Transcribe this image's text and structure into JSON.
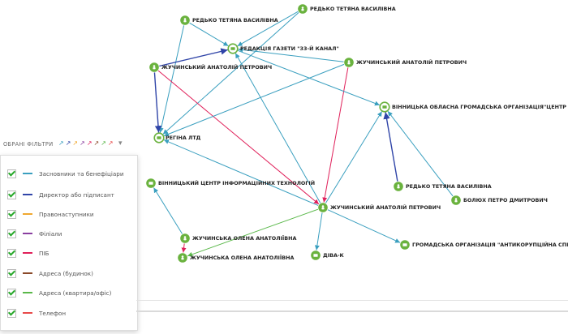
{
  "colors": {
    "owner": "#3a9fbf",
    "director": "#3045a8",
    "successor": "#f0a830",
    "branch": "#8a3fa0",
    "pib": "#e0205a",
    "addr_building": "#8b4a2a",
    "addr_apartment": "#5ab84a",
    "phone": "#e84a4a",
    "person_node": "#6ab23e",
    "org_node": "#6ab23e"
  },
  "nodes": [
    {
      "id": "n1",
      "label": "РЕДЬКО ТЕТЯНА ВАСИЛІВНА",
      "type": "person"
    },
    {
      "id": "n2",
      "label": "РЕДЬКО ТЕТЯНА ВАСИЛІВНА",
      "type": "person"
    },
    {
      "id": "n3",
      "label": "РЕДАКЦІЯ ГАЗЕТИ \"33-Й КАНАЛ\"",
      "type": "org"
    },
    {
      "id": "n4",
      "label": "ЖУЧИНСЬКИЙ АНАТОЛІЙ ПЕТРОВИЧ",
      "type": "person"
    },
    {
      "id": "n5",
      "label": "ЖУЧИНСЬКИЙ АНАТОЛІЙ ПЕТРОВИЧ",
      "type": "person"
    },
    {
      "id": "n6",
      "label": "ВІННИЦЬКА ОБЛАСНА ГРОМАДСЬКА ОРГАНІЗАЦІЯ\"ЦЕНТР ...",
      "type": "org"
    },
    {
      "id": "n7",
      "label": "РЕГІНА ЛТД",
      "type": "org"
    },
    {
      "id": "n8",
      "label": "ВІННИЦЬКИЙ ЦЕНТР ІНФОРМАЦІЙНИХ ТЕХНОЛОГІЙ",
      "type": "org"
    },
    {
      "id": "n9",
      "label": "РЕДЬКО ТЕТЯНА ВАСИЛІВНА",
      "type": "person"
    },
    {
      "id": "n10",
      "label": "БОЛЮХ ПЕТРО ДМИТРОВИЧ",
      "type": "person"
    },
    {
      "id": "n11",
      "label": "ЖУЧИНСЬКИЙ АНАТОЛІЙ ПЕТРОВИЧ",
      "type": "person"
    },
    {
      "id": "n12",
      "label": "ЖУЧИНСЬКА ОЛЕНА АНАТОЛІЇВНА",
      "type": "person"
    },
    {
      "id": "n13",
      "label": "ЖУЧИНСЬКА ОЛЕНА АНАТОЛІЇВНА",
      "type": "person"
    },
    {
      "id": "n14",
      "label": "ДІВА-К",
      "type": "org"
    },
    {
      "id": "n15",
      "label": "ГРОМАДСЬКА ОРГАНІЗАЦІЯ \"АНТИКОРУПЦІЙНА СПІЛКА В...",
      "type": "org"
    }
  ],
  "edges": [
    {
      "from": "n1",
      "to": "n3",
      "kind": "owner"
    },
    {
      "from": "n1",
      "to": "n7",
      "kind": "owner"
    },
    {
      "from": "n2",
      "to": "n3",
      "kind": "owner"
    },
    {
      "from": "n2",
      "to": "n7",
      "kind": "owner"
    },
    {
      "from": "n4",
      "to": "n3",
      "kind": "director"
    },
    {
      "from": "n4",
      "to": "n7",
      "kind": "director"
    },
    {
      "from": "n4",
      "to": "n11",
      "kind": "pib"
    },
    {
      "from": "n5",
      "to": "n3",
      "kind": "owner"
    },
    {
      "from": "n5",
      "to": "n7",
      "kind": "owner"
    },
    {
      "from": "n5",
      "to": "n11",
      "kind": "pib"
    },
    {
      "from": "n3",
      "to": "n6",
      "kind": "owner"
    },
    {
      "from": "n11",
      "to": "n3",
      "kind": "owner"
    },
    {
      "from": "n11",
      "to": "n7",
      "kind": "owner"
    },
    {
      "from": "n11",
      "to": "n6",
      "kind": "owner"
    },
    {
      "from": "n11",
      "to": "n14",
      "kind": "owner"
    },
    {
      "from": "n11",
      "to": "n15",
      "kind": "owner"
    },
    {
      "from": "n11",
      "to": "n13",
      "kind": "addr_apartment"
    },
    {
      "from": "n9",
      "to": "n6",
      "kind": "director"
    },
    {
      "from": "n10",
      "to": "n6",
      "kind": "owner"
    },
    {
      "from": "n12",
      "to": "n8",
      "kind": "owner"
    },
    {
      "from": "n12",
      "to": "n13",
      "kind": "pib"
    }
  ],
  "filters": {
    "title": "ОБРАНІ ФІЛЬТРИ",
    "items": [
      {
        "label": "Засновники та бенефіціари",
        "colorKey": "owner",
        "checked": true
      },
      {
        "label": "Директор або підписант",
        "colorKey": "director",
        "checked": true
      },
      {
        "label": "Правонаступники",
        "colorKey": "successor",
        "checked": true
      },
      {
        "label": "Філіали",
        "colorKey": "branch",
        "checked": true
      },
      {
        "label": "ПІБ",
        "colorKey": "pib",
        "checked": true
      },
      {
        "label": "Адреса (будинок)",
        "colorKey": "addr_building",
        "checked": true
      },
      {
        "label": "Адреса (квартира/офіс)",
        "colorKey": "addr_apartment",
        "checked": true
      },
      {
        "label": "Телефон",
        "colorKey": "phone",
        "checked": true
      }
    ]
  },
  "icons": {
    "person": "person-icon",
    "org": "building-icon",
    "expand": "chevron-down-icon"
  }
}
